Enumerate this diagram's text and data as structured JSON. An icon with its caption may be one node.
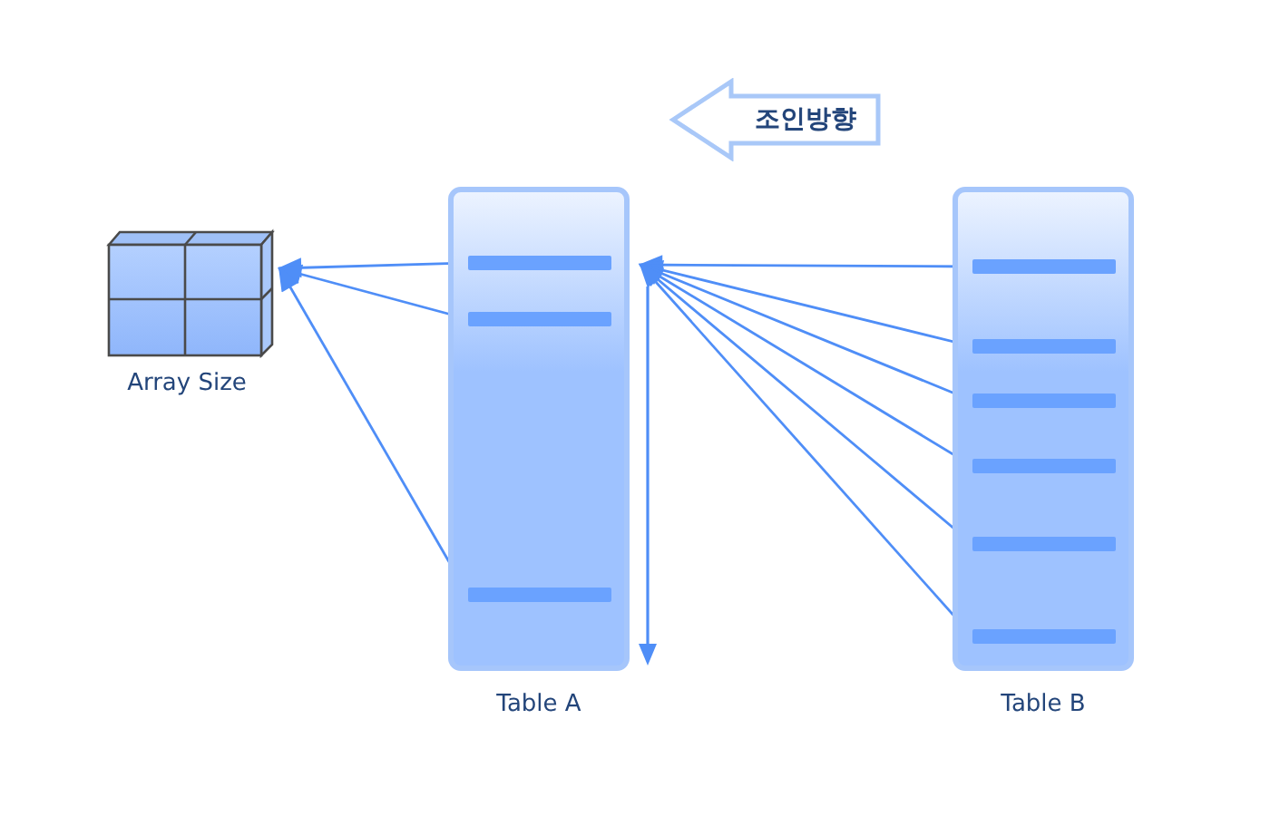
{
  "diagram": {
    "nodes": [
      {
        "text": [
          "Array Size"
        ]
      },
      {
        "text": [
          "Table A"
        ]
      },
      {
        "text": [],
        "shape": "bar",
        "in": 1
      },
      {
        "text": [],
        "shape": "bar",
        "in": 1
      },
      {
        "text": [],
        "shape": "bar",
        "in": 1
      },
      {
        "text": [
          "Table B"
        ]
      },
      {
        "text": [],
        "shape": "bar",
        "in": 5
      },
      {
        "text": [],
        "shape": "bar",
        "in": 5
      },
      {
        "text": [],
        "shape": "bar",
        "in": 5
      },
      {
        "text": [],
        "shape": "bar",
        "in": 5
      },
      {
        "text": [],
        "shape": "bar",
        "in": 5
      },
      {
        "text": [],
        "shape": "bar",
        "in": 5
      },
      {
        "text": [
          "조인방향"
        ]
      }
    ],
    "edges": [
      {
        "from": 2,
        "to": 0,
        "arrow": "to"
      },
      {
        "from": 3,
        "to": 0,
        "arrow": "to"
      },
      {
        "from": 4,
        "to": 0,
        "arrow": "to"
      },
      {
        "from": 6,
        "to": 1,
        "arrow": "to"
      },
      {
        "from": 7,
        "to": 1,
        "arrow": "to"
      },
      {
        "from": 8,
        "to": 1,
        "arrow": "to"
      },
      {
        "from": 9,
        "to": 1,
        "arrow": "to"
      },
      {
        "from": 10,
        "to": 1,
        "arrow": "to"
      },
      {
        "from": 11,
        "to": 1,
        "arrow": "to"
      }
    ]
  }
}
